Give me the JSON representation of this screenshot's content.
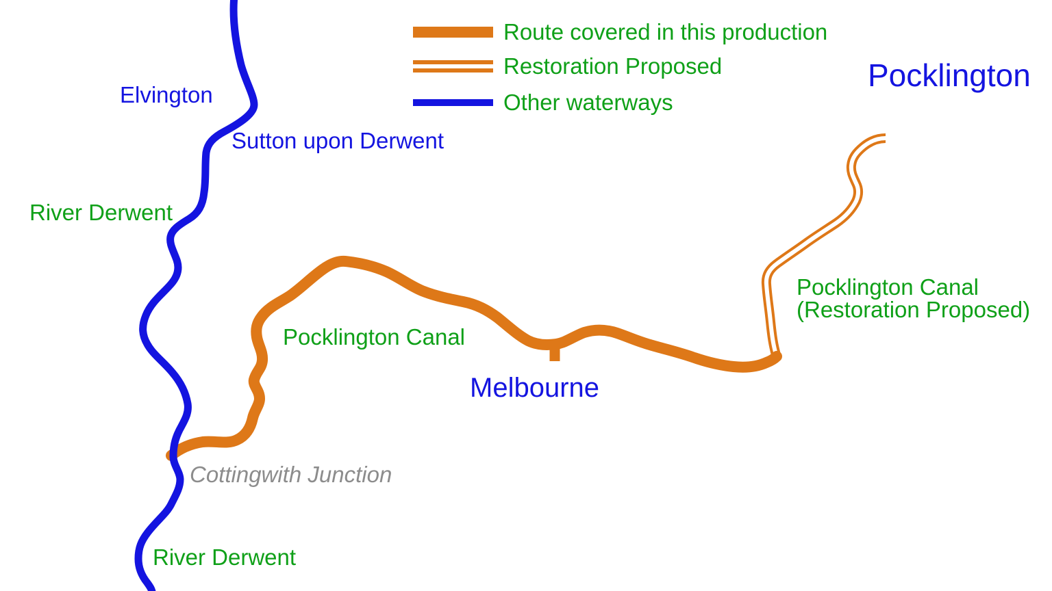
{
  "legend": {
    "items": [
      {
        "swatch": "solid-orange",
        "label": "Route covered in this production"
      },
      {
        "swatch": "double-orange",
        "label": "Restoration Proposed"
      },
      {
        "swatch": "solid-blue",
        "label": "Other waterways"
      }
    ]
  },
  "labels": {
    "elvington": "Elvington",
    "sutton_upon_derwent": "Sutton upon Derwent",
    "river_derwent_upper": "River Derwent",
    "pocklington_canal": "Pocklington Canal",
    "melbourne": "Melbourne",
    "pocklington": "Pocklington",
    "restoration_line1": "Pocklington Canal",
    "restoration_line2": "(Restoration Proposed)",
    "cottingwith_junction": "Cottingwith Junction",
    "river_derwent_lower": "River Derwent"
  },
  "colors": {
    "route_covered": "#DE7818",
    "other_waterways": "#1414E0",
    "label_green": "#0FA018",
    "label_blue": "#1414E0",
    "junction_gray": "#8C8C8C"
  }
}
